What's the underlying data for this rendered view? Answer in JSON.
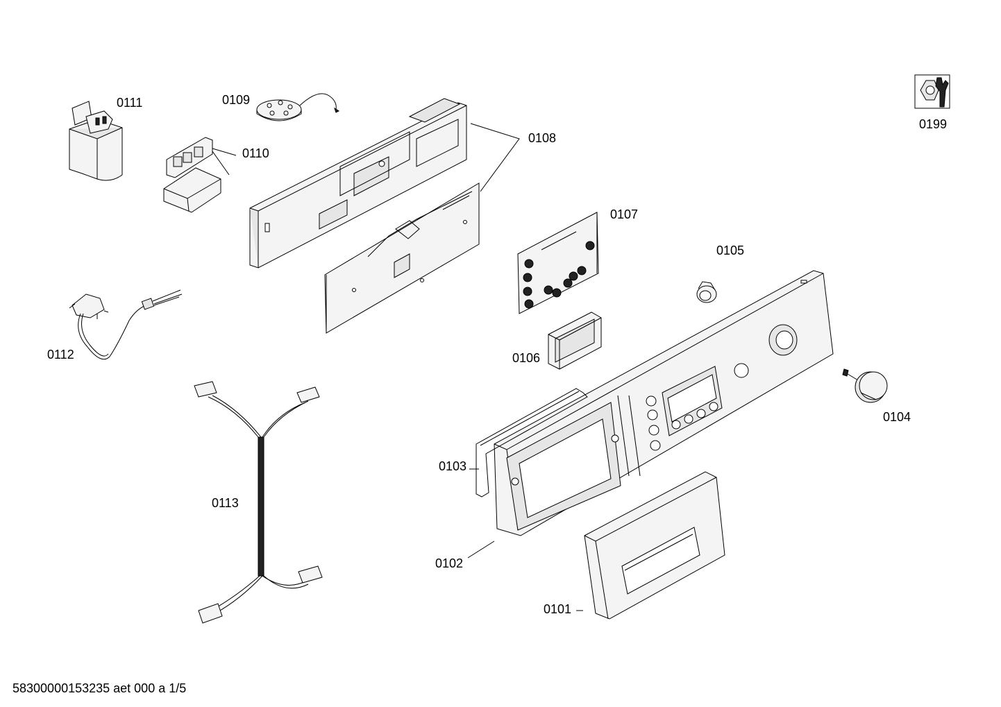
{
  "labels": {
    "p0101": "0101",
    "p0102": "0102",
    "p0103": "0103",
    "p0104": "0104",
    "p0105": "0105",
    "p0106": "0106",
    "p0107": "0107",
    "p0108": "0108",
    "p0109": "0109",
    "p0110": "0110",
    "p0111": "0111",
    "p0112": "0112",
    "p0113": "0113",
    "p0199": "0199"
  },
  "footer": "58300000153235 aet 000 a 1/5",
  "icons": {
    "service": "wrench-nut-icon"
  }
}
